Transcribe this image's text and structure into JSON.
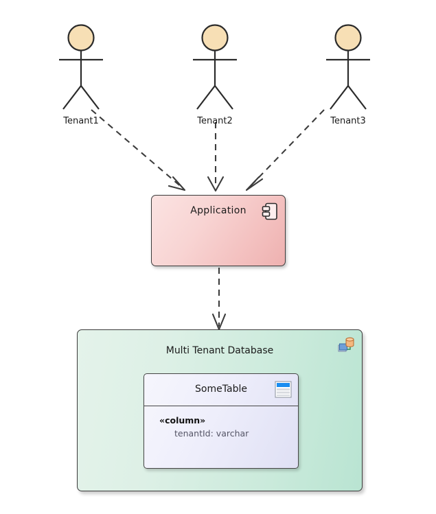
{
  "diagram": {
    "type": "uml-deployment-diagram",
    "title": "Multi Tenant Database",
    "background_color": "#ffffff"
  },
  "actors": [
    {
      "label": "Tenant1",
      "name": "actor-tenant1",
      "head_color": "#f7dfb5"
    },
    {
      "label": "Tenant2",
      "name": "actor-tenant2",
      "head_color": "#f7dfb5"
    },
    {
      "label": "Tenant3",
      "name": "actor-tenant3",
      "head_color": "#f7dfb5"
    }
  ],
  "component": {
    "label": "Application",
    "icon": "component-icon",
    "fill_color": "#f6cfce",
    "border_color": "#3a3a3a"
  },
  "node": {
    "label": "Multi Tenant Database",
    "icon": "database-node-icon",
    "fill_color": "#cfeadd",
    "border_color": "#3a3a3a"
  },
  "class": {
    "name": "SomeTable",
    "icon": "table-icon",
    "fill_color": "#e9eaf8",
    "border_color": "#454545",
    "compartments": [
      {
        "stereotype": "«column»",
        "attributes": [
          "tenantId: varchar"
        ]
      }
    ]
  },
  "edges": [
    {
      "from": "Tenant1",
      "to": "Application",
      "style": "dashed",
      "arrow": "open",
      "kind": "dependency"
    },
    {
      "from": "Tenant2",
      "to": "Application",
      "style": "dashed",
      "arrow": "open",
      "kind": "dependency"
    },
    {
      "from": "Tenant3",
      "to": "Application",
      "style": "dashed",
      "arrow": "open",
      "kind": "dependency"
    },
    {
      "from": "Application",
      "to": "Multi Tenant Database",
      "style": "dashed",
      "arrow": "open",
      "kind": "dependency"
    }
  ]
}
